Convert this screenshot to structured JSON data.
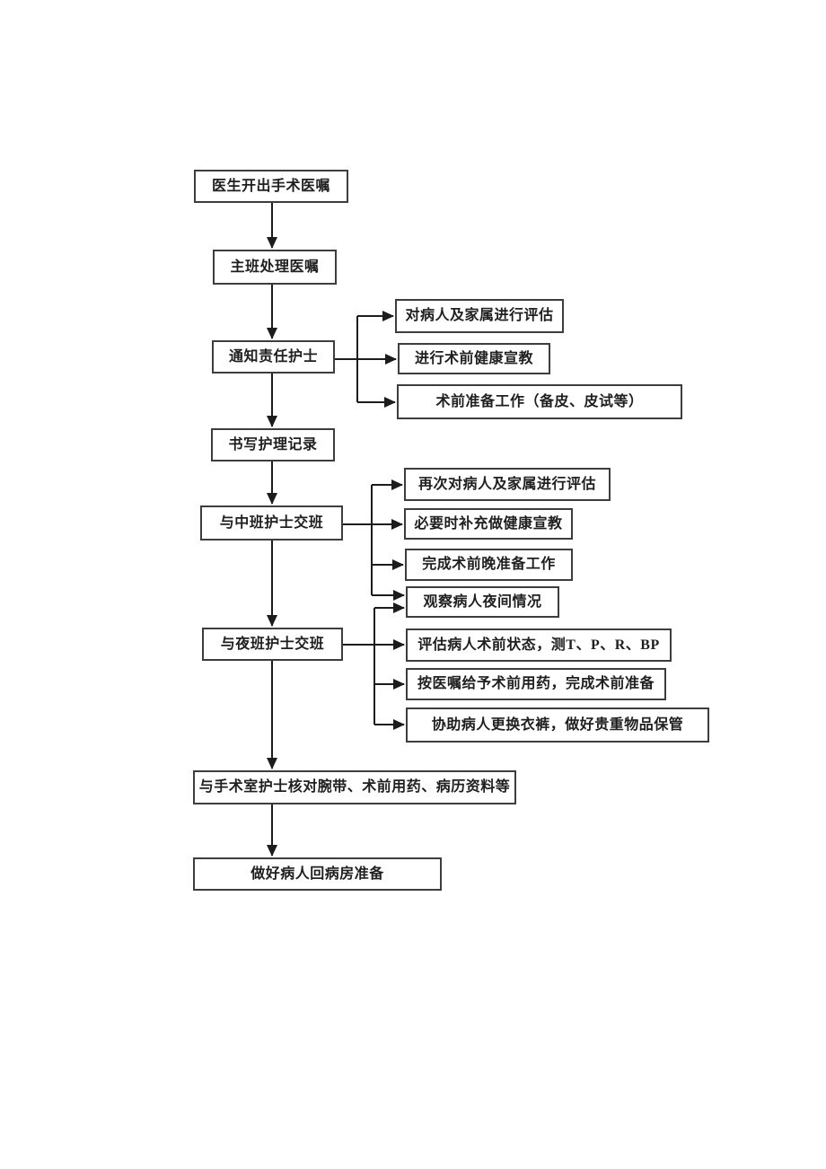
{
  "page": {
    "type": "flowchart-document",
    "language": "zh-CN",
    "colors": {
      "background": "#ffffff",
      "box_border": "#3d3d3d",
      "connector": "#1c1c1c",
      "text": "#1f1f1f"
    }
  },
  "nodes": {
    "n1": {
      "label": "医生开出手术医嘱"
    },
    "n2": {
      "label": "主班处理医嘱"
    },
    "n3": {
      "label": "通知责任护士"
    },
    "n4": {
      "label": "书写护理记录"
    },
    "n5": {
      "label": "与中班护士交班"
    },
    "n6": {
      "label": "与夜班护士交班"
    },
    "n7": {
      "label": "与手术室护士核对腕带、术前用药、病历资料等"
    },
    "n8": {
      "label": "做好病人回病房准备"
    },
    "b1": {
      "label": "对病人及家属进行评估"
    },
    "b2": {
      "label": "进行术前健康宣教"
    },
    "b3": {
      "label": "术前准备工作（备皮、皮试等）"
    },
    "b4": {
      "label": "再次对病人及家属进行评估"
    },
    "b5": {
      "label": "必要时补充做健康宣教"
    },
    "b6": {
      "label": "完成术前晚准备工作"
    },
    "b7": {
      "label": "观察病人夜间情况"
    },
    "b8": {
      "label": "评估病人术前状态，测T、P、R、BP"
    },
    "b9": {
      "label": "按医嘱给予术前用药，完成术前准备"
    },
    "b10": {
      "label": "协助病人更换衣裤，做好贵重物品保管"
    }
  },
  "flow": {
    "main_sequence": [
      "n1",
      "n2",
      "n3",
      "n4",
      "n5",
      "n6",
      "n7",
      "n8"
    ],
    "branches": {
      "n3": [
        "b1",
        "b2",
        "b3"
      ],
      "n5": [
        "b4",
        "b5",
        "b6",
        "b7"
      ],
      "n6": [
        "b7",
        "b8",
        "b9",
        "b10"
      ]
    }
  }
}
